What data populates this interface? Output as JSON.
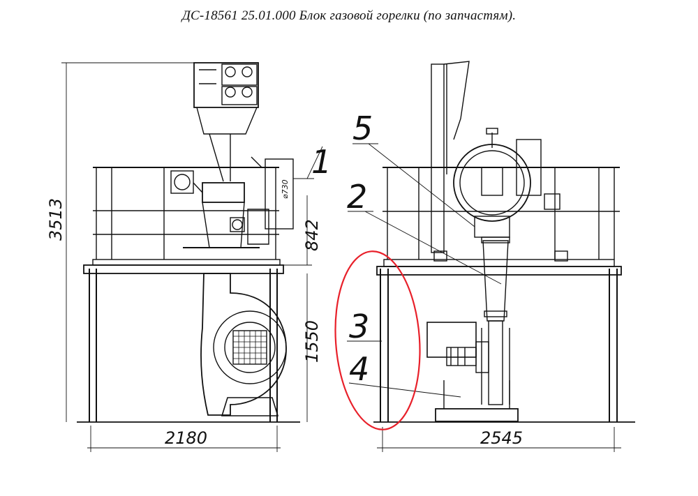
{
  "title": "ДС-18561  25.01.000  Блок газовой горелки  (по запчастям).",
  "left_view": {
    "dimensions": {
      "height_total": "3513",
      "diameter": "⌀730",
      "upper_height": "842",
      "lower_height": "1550",
      "width": "2180"
    },
    "callouts": [
      "1"
    ]
  },
  "right_view": {
    "dimensions": {
      "width": "2545"
    },
    "callouts": [
      "5",
      "2",
      "3",
      "4"
    ]
  },
  "highlight": {
    "color": "#e8202a",
    "shape": "ellipse"
  }
}
